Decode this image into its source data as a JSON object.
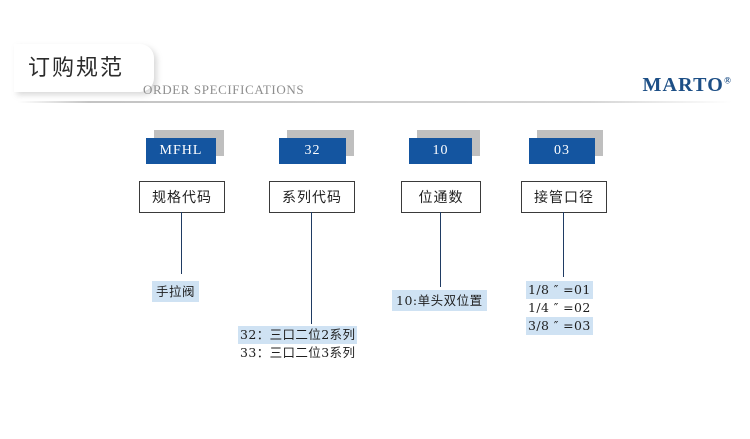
{
  "header": {
    "title": "订购规范",
    "subtitle": "ORDER SPECIFICATIONS",
    "brand": "MARTO",
    "brand_mark": "®"
  },
  "colors": {
    "code_box": "#1455a0",
    "code_box_shadow": "#bfbfbf",
    "highlight": "#cfe2f3",
    "connector": "#1f3b63",
    "brand": "#1d4f86",
    "subtitle": "#8e8e8e"
  },
  "columns": [
    {
      "code": "MFHL",
      "label": "规格代码",
      "details": [
        {
          "text": "手拉阀",
          "highlighted": true
        }
      ]
    },
    {
      "code": "32",
      "label": "系列代码",
      "details": [
        {
          "text": "32：三口二位2系列",
          "highlighted": true
        },
        {
          "text": "33：三口二位3系列",
          "highlighted": false
        }
      ]
    },
    {
      "code": "10",
      "label": "位通数",
      "details": [
        {
          "text": "10:单头双位置",
          "highlighted": true
        }
      ]
    },
    {
      "code": "03",
      "label": "接管口径",
      "details": [
        {
          "text": "1/8 ″ =01",
          "highlighted": true
        },
        {
          "text": "1/4 ″ =02",
          "highlighted": false
        },
        {
          "text": "3/8 ″ =03",
          "highlighted": true
        }
      ]
    }
  ]
}
